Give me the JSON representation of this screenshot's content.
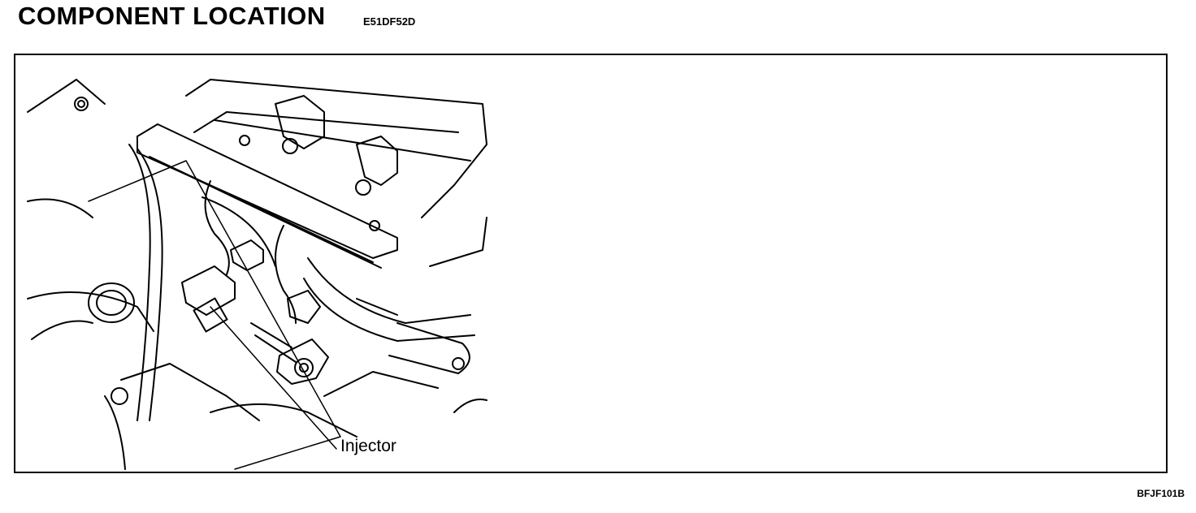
{
  "header": {
    "title": "COMPONENT  LOCATION",
    "code": "E51DF52D"
  },
  "figure": {
    "callout_label": "Injector",
    "figure_ref": "BFJF101B"
  }
}
